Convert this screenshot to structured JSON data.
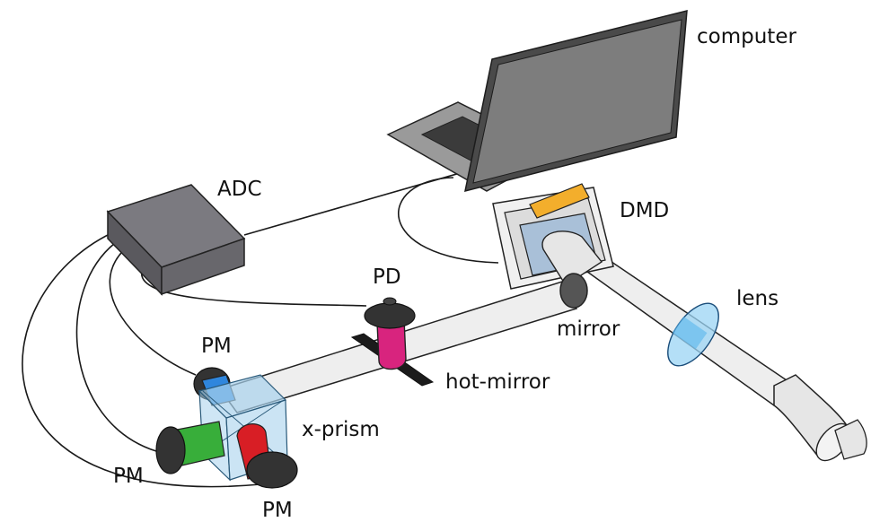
{
  "labels": {
    "computer": "computer",
    "adc": "ADC",
    "dmd": "DMD",
    "pd": "PD",
    "lens": "lens",
    "mirror": "mirror",
    "pm_top": "PM",
    "hot_mirror": "hot-mirror",
    "x_prism": "x-prism",
    "pm_left": "PM",
    "pm_bottom": "PM"
  },
  "colors": {
    "device_gray": "#6e6d72",
    "screen_gray": "#7d7d7d",
    "beam": "#eeeeee",
    "pd_magenta": "#d8247e",
    "blue": "#2f86dd",
    "green": "#38ae3a",
    "red": "#d81e25",
    "prism": "#a8d2ec",
    "lens_blue": "#9bd4f4",
    "dmd_orange": "#f3ae2c",
    "knob": "#333333"
  }
}
